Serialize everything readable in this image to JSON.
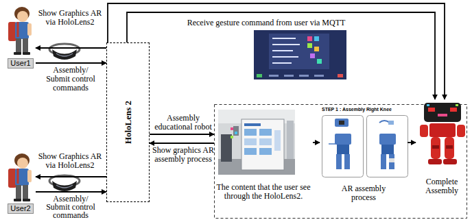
{
  "diagram": {
    "nodes": [
      {
        "text": [
          "User1"
        ]
      },
      {
        "text": [
          "HoloLens 2"
        ]
      },
      {
        "text": [
          "User2"
        ]
      },
      {
        "text": [
          "The content that the user see through the HoloLens2."
        ]
      },
      {
        "text": [
          "STEP 1 : Assembly Right Knee",
          "AR assembly process"
        ]
      },
      {
        "text": [
          "Complete Assembly"
        ]
      }
    ],
    "edges": [
      {
        "from": 1,
        "to": 0,
        "arrow": "to",
        "label": "Show Graphics AR via HoloLens2"
      },
      {
        "from": 0,
        "to": 1,
        "arrow": "to",
        "label": "Assembly/ Submit control commands"
      },
      {
        "from": 1,
        "to": 2,
        "arrow": "to",
        "label": "Show Graphics AR via HoloLens2"
      },
      {
        "from": 2,
        "to": 1,
        "arrow": "to",
        "label": "Assembly/ Submit control commands"
      },
      {
        "from": 1,
        "to": 3,
        "arrow": "to",
        "label": "Assembly educational robot"
      },
      {
        "from": 3,
        "to": 1,
        "arrow": "to",
        "label": "Show graphics AR assembly process"
      },
      {
        "from": 3,
        "to": 4,
        "arrow": "to"
      },
      {
        "from": 4,
        "to": 5,
        "arrow": "to"
      },
      {
        "from": 1,
        "to": 5,
        "arrow": "to"
      },
      {
        "from": 1,
        "to": 5,
        "arrow": "to"
      }
    ],
    "labels": [
      "Receive gesture command from user via MQTT"
    ]
  }
}
